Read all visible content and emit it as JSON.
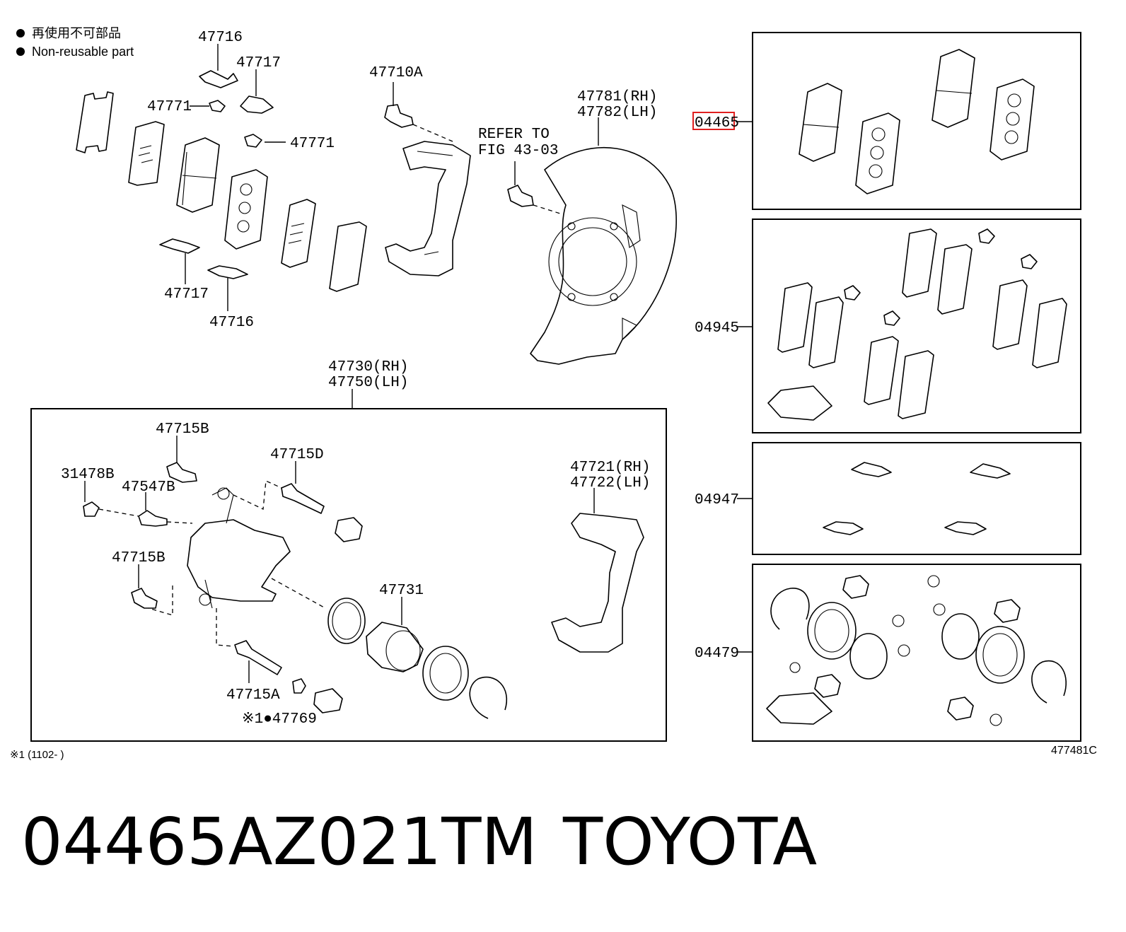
{
  "legend": {
    "line1": "再使用不可部品",
    "line2": "Non-reusable part"
  },
  "callouts": {
    "c47716_top": "47716",
    "c47717_top": "47717",
    "c47771_a": "47771",
    "c47771_b": "47771",
    "c47717_bot": "47717",
    "c47716_bot": "47716",
    "c47710A": "47710A",
    "refer_line1": "REFER TO",
    "refer_line2": "FIG 43-03",
    "c47781": "47781(RH)",
    "c47782": "47782(LH)",
    "c47730": "47730(RH)",
    "c47750": "47750(LH)",
    "c47715B_a": "47715B",
    "c47715D": "47715D",
    "c31478B": "31478B",
    "c47547B": "47547B",
    "c47715B_b": "47715B",
    "c47731": "47731",
    "c47715A": "47715A",
    "c47769": "※1●47769",
    "c47721": "47721(RH)",
    "c47722": "47722(LH)",
    "k04465": "04465",
    "k04945": "04945",
    "k04947": "04947",
    "k04479": "04479"
  },
  "footnote": "※1 (1102-     )",
  "figure_code": "477481C",
  "banner": {
    "part_number": "04465AZ021TM",
    "brand": "TOYOTA"
  },
  "highlight_color": "#e02020"
}
